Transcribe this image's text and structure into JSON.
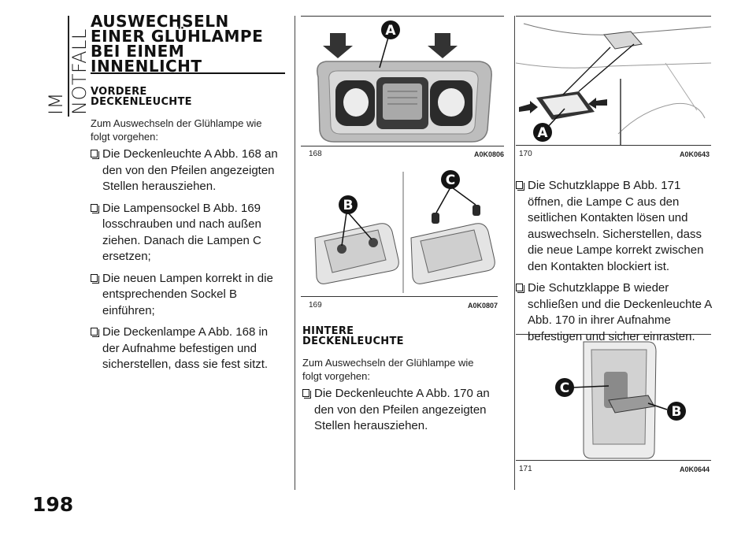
{
  "section_tab": "IM NOTFALL",
  "page_number": "198",
  "main_heading": "AUSWECHSELN\nEINER GLÜHLAMPE\nBEI EINEM\nINNENLICHT",
  "front": {
    "heading": "VORDERE\nDECKENLEUCHTE",
    "intro": "Zum Auswechseln der Glühlampe wie folgt vorgehen:",
    "steps": [
      "Die Deckenleuchte A Abb. 168 an den von den Pfeilen angezeigten Stellen herausziehen.",
      "Die Lampensockel B Abb. 169 losschrauben und nach außen ziehen. Danach die Lampen C ersetzen;",
      "Die neuen Lampen korrekt in die entsprechenden Sockel B einführen;",
      "Die Deckenlampe A Abb. 168 in der Aufnahme befestigen und sicherstellen, dass sie fest sitzt."
    ]
  },
  "rear": {
    "heading": "HINTERE\nDECKENLEUCHTE",
    "intro": "Zum Auswechseln der Glühlampe wie folgt vorgehen:",
    "steps": [
      "Die Deckenleuchte A Abb. 170 an den von den Pfeilen angezeigten Stellen herausziehen."
    ],
    "steps_continued": [
      "Die Schutzklappe B Abb. 171 öffnen, die Lampe C aus den seitlichen Kontakten lösen und auswechseln. Sicherstellen, dass die neue Lampe korrekt zwischen den Kontakten blockiert ist.",
      "Die Schutzklappe B wieder schließen und die Deckenleuchte A Abb. 170 in ihrer Aufnahme befestigen und sicher einrasten."
    ]
  },
  "figures": {
    "fig168": {
      "number": "168",
      "code": "A0K0806",
      "callouts": [
        "A"
      ]
    },
    "fig169": {
      "number": "169",
      "code": "A0K0807",
      "callouts": [
        "B",
        "C"
      ]
    },
    "fig170": {
      "number": "170",
      "code": "A0K0643",
      "callouts": [
        "A"
      ]
    },
    "fig171": {
      "number": "171",
      "code": "A0K0644",
      "callouts": [
        "C",
        "B"
      ]
    }
  },
  "colors": {
    "text": "#111111",
    "callout_fill": "#141414",
    "rule": "#333333"
  }
}
